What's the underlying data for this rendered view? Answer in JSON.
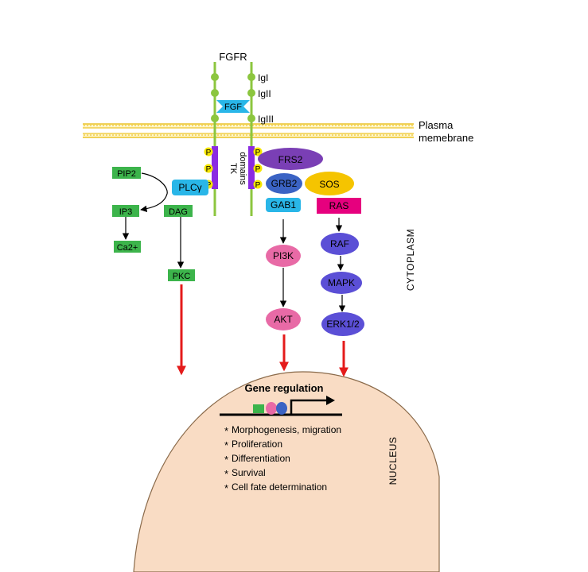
{
  "receptor": {
    "name": "FGFR",
    "domains": [
      "IgI",
      "IgII",
      "IgIII"
    ],
    "ligand": "FGF",
    "tk_label_1": "TK",
    "tk_label_2": "domains",
    "phospho": "P"
  },
  "membrane": {
    "label_1": "Plasma",
    "label_2": "memebrane"
  },
  "compartments": {
    "cytoplasm": "CYTOPLASM",
    "nucleus": "NUCLEUS"
  },
  "nodes": {
    "pip2": "PIP2",
    "plcg": "PLCγ",
    "ip3": "IP3",
    "dag": "DAG",
    "ca2": "Ca2+",
    "pkc": "PKC",
    "frs2": "FRS2",
    "grb2": "GRB2",
    "sos": "SOS",
    "gab1": "GAB1",
    "ras": "RAS",
    "pi3k": "PI3K",
    "akt": "AKT",
    "raf": "RAF",
    "mapk": "MAPK",
    "erk": "ERK1/2"
  },
  "nucleus": {
    "title": "Gene regulation",
    "bullet": "*",
    "outcomes": [
      "Morphogenesis, migration",
      "Proliferation",
      "Differentiation",
      "Survival",
      "Cell fate determination"
    ]
  },
  "colors": {
    "receptor": "#8cc63f",
    "membrane": "#f0c419",
    "green_box": "#3cb44b",
    "cyan": "#29b6e8",
    "purple_oval": "#7a3fb5",
    "blue_oval": "#3b63c4",
    "yellow_oval": "#f5c400",
    "magenta": "#e6007e",
    "pink_oval": "#e86aa6",
    "indigo_oval": "#5b4fd6",
    "tk_domain": "#8a2be2",
    "red_arrow": "#e41b1b",
    "nucleus_fill": "#f9dcc4"
  }
}
